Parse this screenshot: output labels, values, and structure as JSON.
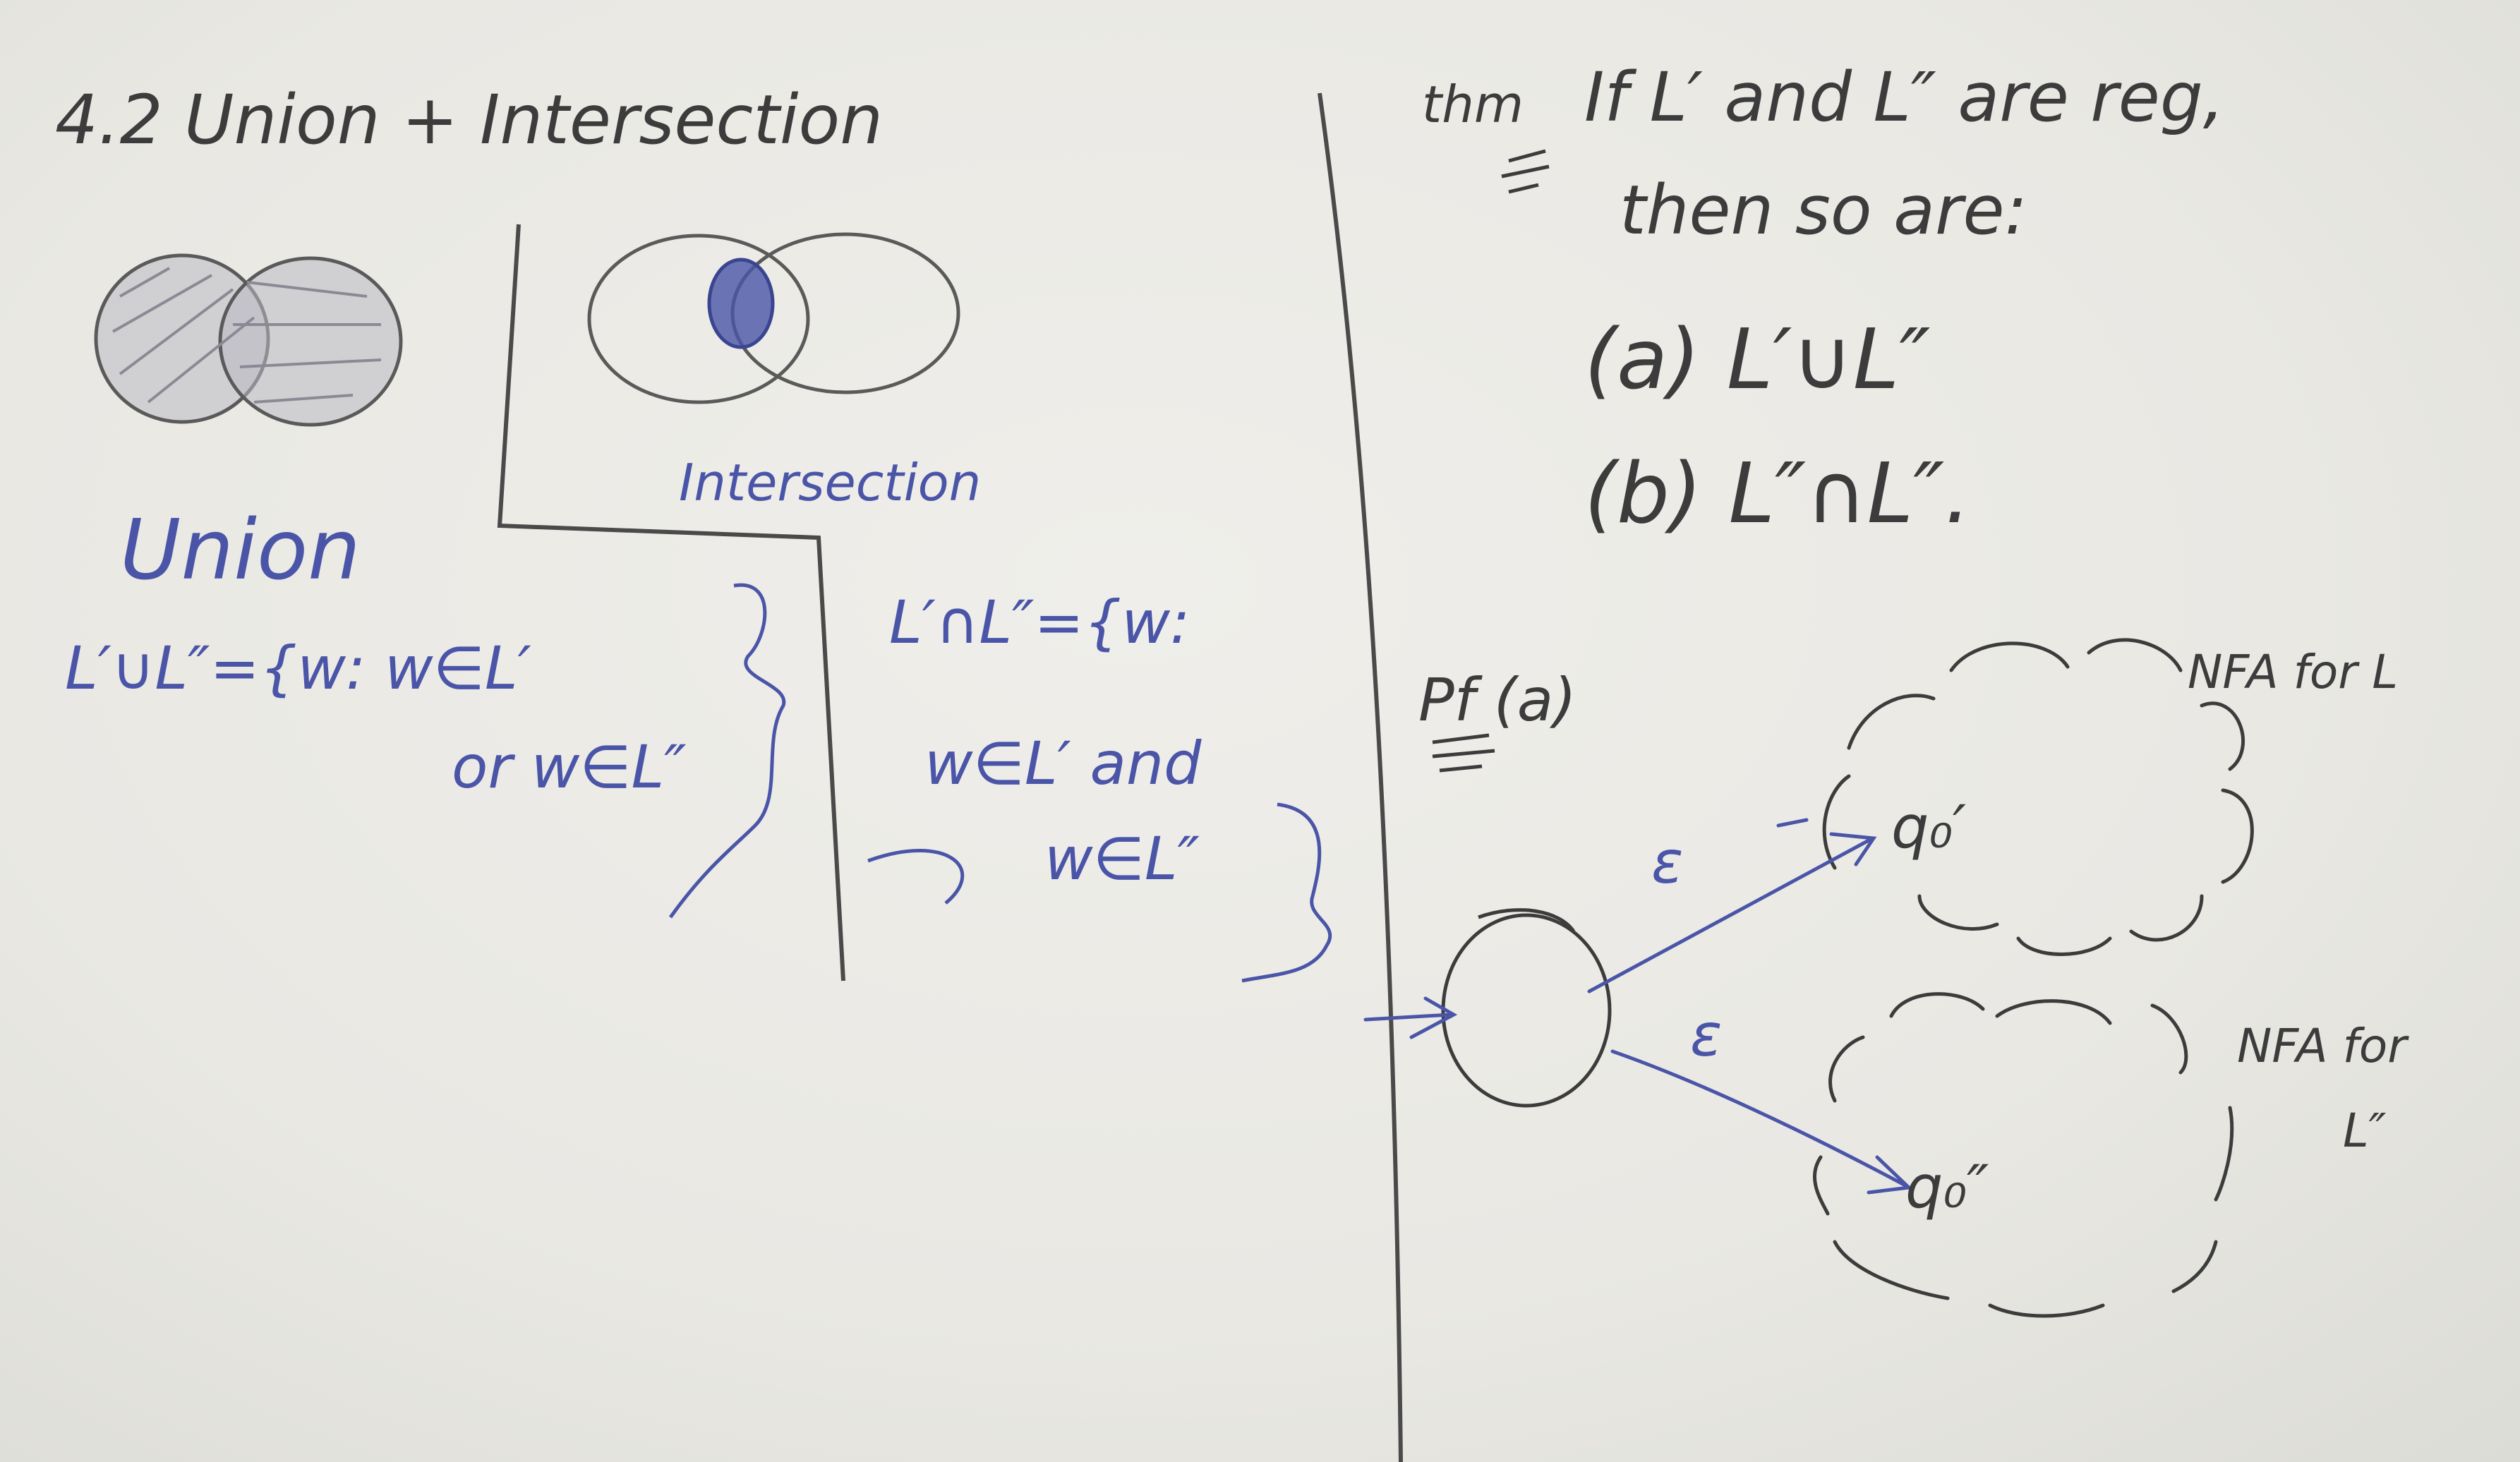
{
  "board": {
    "colors": {
      "background": "#e9e8e3",
      "black_ink": "#3c3c3c",
      "blue_ink": "#4a55a8"
    }
  },
  "left": {
    "heading": "4.2 Union + Intersection",
    "union_label": "Union",
    "union_def": {
      "line1": "L′∪L″={w: w∈L′",
      "line2": "or w∈L″"
    },
    "intersection_label": "Intersection",
    "intersection_def": {
      "line1": "L′∩L″={w:",
      "line2": "w∈L′ and",
      "line3": "w∈L″"
    }
  },
  "right": {
    "thm_label": "thm",
    "thm_line1": "If L′ and L″ are reg,",
    "thm_line2": "then so are:",
    "item_a": "(a) L′∪L″",
    "item_b": "(b) L″∩L″.",
    "pf_label": "Pf (a)",
    "epsilon_top": "ε",
    "epsilon_bottom": "ε",
    "state_top": "q₀′",
    "state_bottom": "q₀″",
    "nfa_top_label": "NFA for L",
    "nfa_bottom_label": {
      "line1": "NFA for",
      "line2": "L″"
    }
  }
}
